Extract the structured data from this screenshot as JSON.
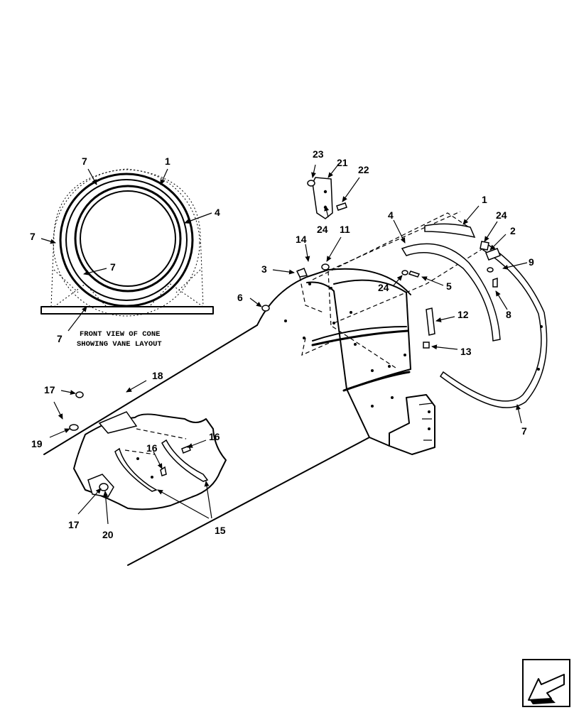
{
  "caption": {
    "line1": "FRONT VIEW OF CONE",
    "line2": "SHOWING VANE LAYOUT"
  },
  "inset": {
    "callouts": [
      "7",
      "1",
      "4",
      "7",
      "7",
      "7"
    ]
  },
  "callouts": {
    "c23": "23",
    "c21": "21",
    "c22": "22",
    "c24a": "24",
    "c14": "14",
    "c11": "11",
    "c3": "3",
    "c6": "6",
    "c1": "1",
    "c4": "4",
    "c24b": "24",
    "c2": "2",
    "c9": "9",
    "c24c": "24",
    "c5": "5",
    "c8": "8",
    "c12": "12",
    "c13": "13",
    "c7": "7",
    "c18": "18",
    "c17a": "17",
    "c19": "19",
    "c16a": "16",
    "c16b": "16",
    "c17b": "17",
    "c20": "20",
    "c15": "15"
  },
  "nav": {
    "icon": "arrow-icon"
  }
}
